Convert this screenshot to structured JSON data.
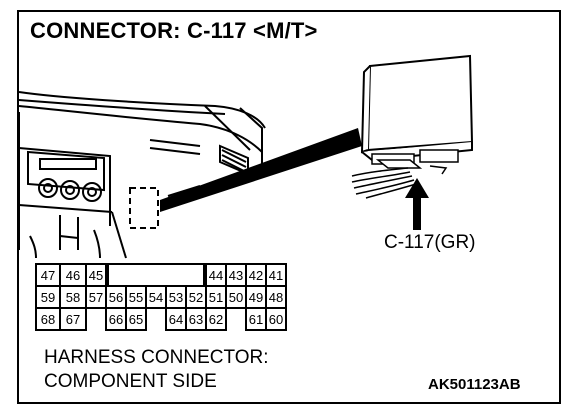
{
  "title": "CONNECTOR: C-117 <M/T>",
  "connector_label": "C-117(GR)",
  "harness_label": {
    "line1": "HARNESS CONNECTOR:",
    "line2": "COMPONENT SIDE"
  },
  "figure_code": "AK501123AB",
  "pin_rows": [
    [
      "47",
      "46",
      "45",
      "",
      "",
      "",
      "",
      "",
      "44",
      "43",
      "42",
      "41"
    ],
    [
      "59",
      "58",
      "57",
      "56",
      "55",
      "54",
      "53",
      "52",
      "51",
      "50",
      "49",
      "48"
    ],
    [
      "68",
      "67",
      "",
      "66",
      "65",
      "",
      "64",
      "63",
      "62",
      "",
      "61",
      "60"
    ]
  ]
}
